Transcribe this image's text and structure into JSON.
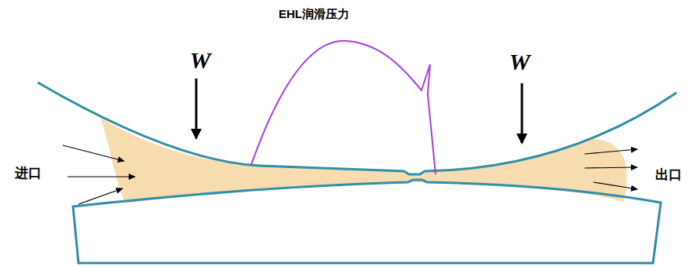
{
  "diagram": {
    "labels": [
      "EHL润滑压力",
      "W",
      "W",
      "进口",
      "出口"
    ]
  }
}
